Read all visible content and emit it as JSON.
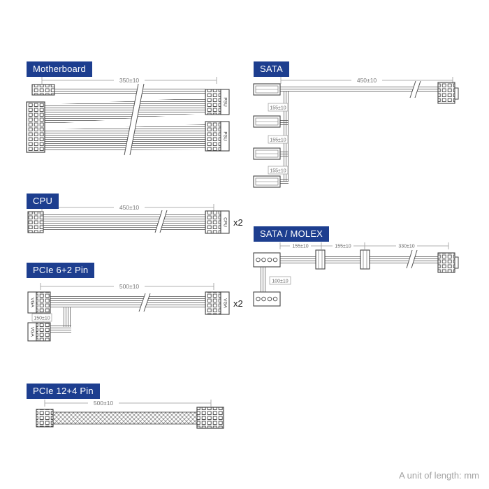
{
  "colors": {
    "label_bg": "#1d3e8f",
    "label_text": "#ffffff"
  },
  "footer": {
    "unit_note": "A unit of length: mm"
  },
  "sections": {
    "motherboard": {
      "label": "Motherboard",
      "dim_main": "350±10",
      "connector_right_top": "PSU",
      "connector_right_bottom": "PSU"
    },
    "cpu": {
      "label": "CPU",
      "dim_main": "450±10",
      "connector_right": "CPU",
      "multiplier": "x2"
    },
    "pcie_6_2": {
      "label": "PCIe 6+2 Pin",
      "dim_main": "500±10",
      "dim_branch": "150±10",
      "connector_left": "VGA",
      "connector_branch": "VGA",
      "connector_right": "VGA",
      "multiplier": "x2"
    },
    "pcie_12_4": {
      "label": "PCIe 12+4 Pin",
      "dim_main": "500±10"
    },
    "sata": {
      "label": "SATA",
      "dim_main": "450±10",
      "dim_branch_1": "155±10",
      "dim_branch_2": "155±10",
      "dim_branch_3": "155±10"
    },
    "sata_molex": {
      "label": "SATA / MOLEX",
      "dim_seg_1": "155±10",
      "dim_seg_2": "155±10",
      "dim_seg_3": "330±10",
      "dim_branch": "100±10"
    }
  }
}
